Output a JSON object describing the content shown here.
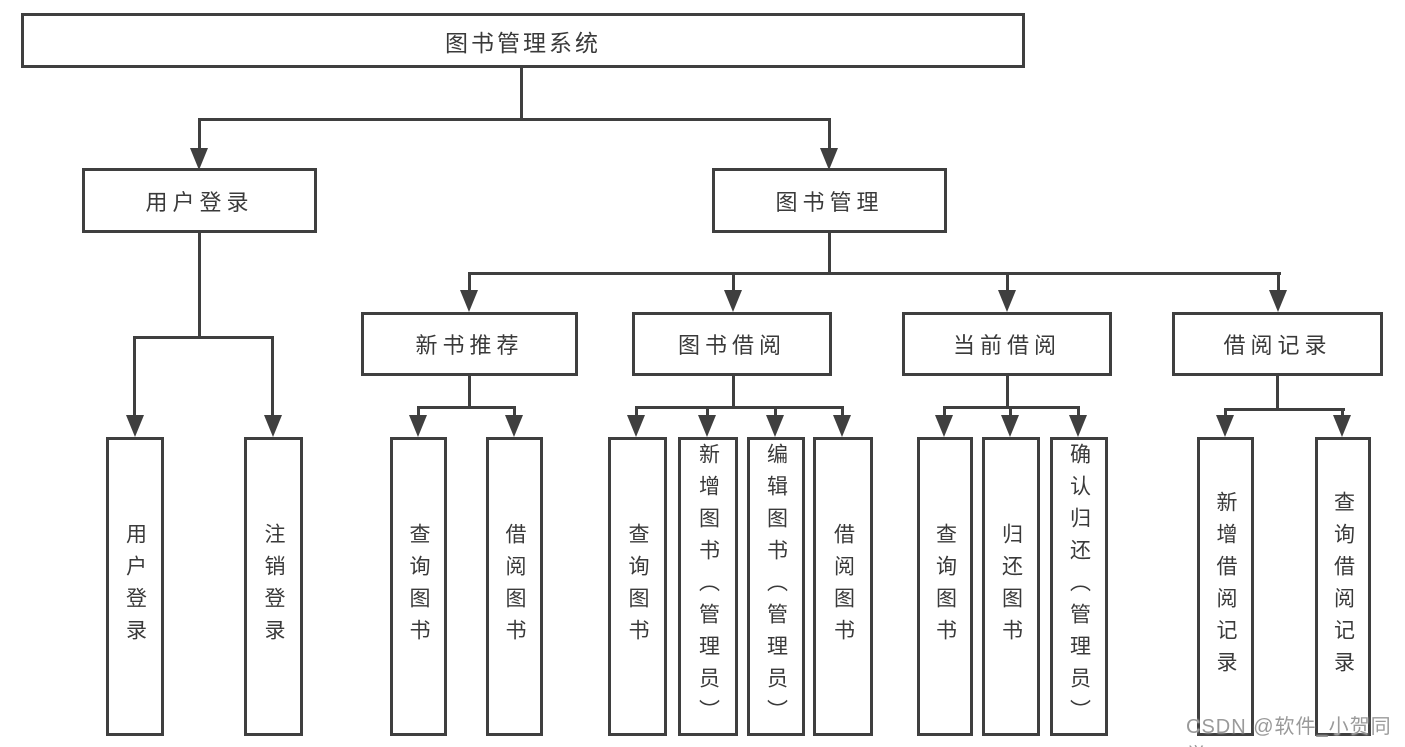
{
  "diagram": {
    "root": {
      "label": "图书管理系统"
    },
    "level1": [
      {
        "label": "用户登录"
      },
      {
        "label": "图书管理"
      }
    ],
    "level2": [
      {
        "label": "新书推荐"
      },
      {
        "label": "图书借阅"
      },
      {
        "label": "当前借阅"
      },
      {
        "label": "借阅记录"
      }
    ],
    "level3": {
      "user_login": [
        {
          "label": "用户登录"
        },
        {
          "label": "注销登录"
        }
      ],
      "new_book_recommend": [
        {
          "label": "查询图书"
        },
        {
          "label": "借阅图书"
        }
      ],
      "book_borrowing": [
        {
          "label": "查询图书"
        },
        {
          "label": "新增图书（管理员）"
        },
        {
          "label": "编辑图书（管理员）"
        },
        {
          "label": "借阅图书"
        }
      ],
      "current_borrowing": [
        {
          "label": "查询图书"
        },
        {
          "label": "归还图书"
        },
        {
          "label": "确认归还（管理员）"
        }
      ],
      "borrow_records": [
        {
          "label": "新增借阅记录"
        },
        {
          "label": "查询借阅记录"
        }
      ]
    },
    "watermark": "CSDN @软件_小贺同学",
    "colors": {
      "line": "#3f3f3f",
      "text": "#3a3a3a",
      "watermark": "#9a9a9a",
      "background": "#ffffff"
    }
  }
}
